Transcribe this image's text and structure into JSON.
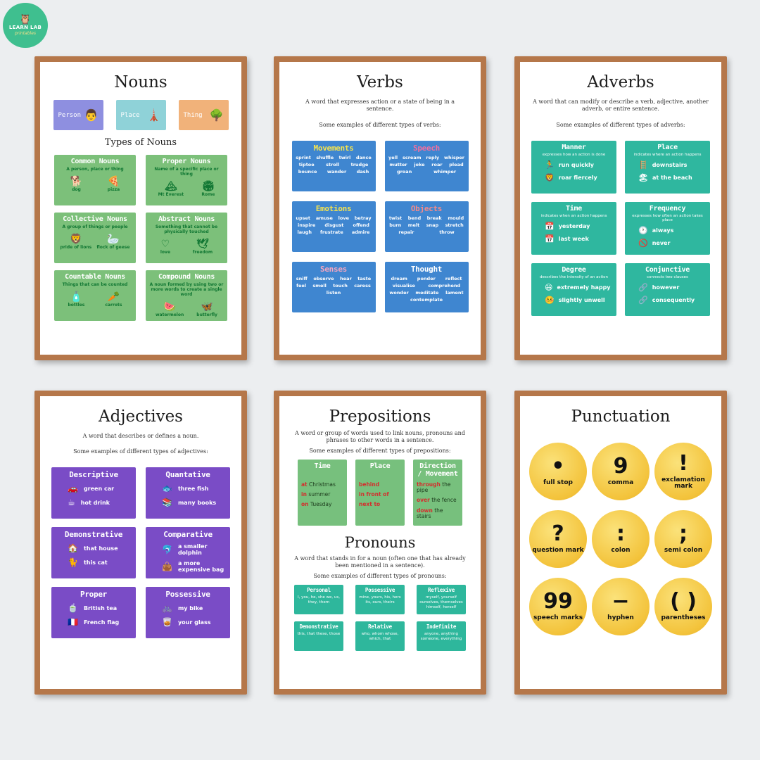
{
  "logo": {
    "brand": "LEARN LAB",
    "sub": "printables"
  },
  "nouns": {
    "title": "Nouns",
    "chips": [
      "Person",
      "Place",
      "Thing"
    ],
    "types_title": "Types of Nouns",
    "cards": [
      {
        "title": "Common Nouns",
        "desc": "A person, place or thing",
        "examples": [
          "dog",
          "pizza"
        ]
      },
      {
        "title": "Proper Nouns",
        "desc": "Name of a specific place or thing",
        "examples": [
          "Mt Everest",
          "Rome"
        ]
      },
      {
        "title": "Collective Nouns",
        "desc": "A group of things or people",
        "examples": [
          "pride of lions",
          "flock of geese"
        ]
      },
      {
        "title": "Abstract Nouns",
        "desc": "Something that cannot be physically touched",
        "examples": [
          "love",
          "freedom"
        ]
      },
      {
        "title": "Countable Nouns",
        "desc": "Things that can be counted",
        "examples": [
          "bottles",
          "carrots"
        ]
      },
      {
        "title": "Compound Nouns",
        "desc": "A noun formed by using two or more words to create a single word",
        "examples": [
          "watermelon",
          "butterfly"
        ]
      }
    ]
  },
  "verbs": {
    "title": "Verbs",
    "desc": "A word that expresses action or a state of being in a sentence.",
    "subdesc": "Some examples of different types of verbs:",
    "cards": [
      {
        "title": "Movements",
        "words": [
          "sprint",
          "shuffle",
          "twirl",
          "dance",
          "tiptoe",
          "stroll",
          "trudge",
          "bounce",
          "wander",
          "dash"
        ]
      },
      {
        "title": "Speech",
        "words": [
          "yell",
          "scream",
          "reply",
          "whisper",
          "mutter",
          "joke",
          "roar",
          "plead",
          "groan",
          "whimper"
        ]
      },
      {
        "title": "Emotions",
        "words": [
          "upset",
          "amuse",
          "love",
          "betray",
          "inspire",
          "disgust",
          "offend",
          "laugh",
          "frustrate",
          "admire"
        ]
      },
      {
        "title": "Objects",
        "words": [
          "twist",
          "bend",
          "break",
          "mould",
          "burn",
          "melt",
          "snap",
          "stretch",
          "repair",
          "throw"
        ]
      },
      {
        "title": "Senses",
        "words": [
          "sniff",
          "observe",
          "hear",
          "taste",
          "feel",
          "smell",
          "touch",
          "caress",
          "listen"
        ]
      },
      {
        "title": "Thought",
        "words": [
          "dream",
          "ponder",
          "reflect",
          "visualise",
          "comprehend",
          "wonder",
          "meditate",
          "lament",
          "contemplate"
        ]
      }
    ]
  },
  "adverbs": {
    "title": "Adverbs",
    "desc": "A word that can modify or describe a verb, adjective, another adverb, or entire sentence.",
    "subdesc": "Some examples of different types of adverbs:",
    "cards": [
      {
        "title": "Manner",
        "desc": "expresses how an action is done",
        "examples": [
          "run quickly",
          "roar fiercely"
        ]
      },
      {
        "title": "Place",
        "desc": "indicates where an action happens",
        "examples": [
          "downstairs",
          "at the beach"
        ]
      },
      {
        "title": "Time",
        "desc": "indicates when an action happens",
        "examples": [
          "yesterday",
          "last week"
        ]
      },
      {
        "title": "Frequency",
        "desc": "expresses how often an action takes place",
        "examples": [
          "always",
          "never"
        ]
      },
      {
        "title": "Degree",
        "desc": "describes the intensity of an action",
        "examples": [
          "extremely happy",
          "slightly unwell"
        ]
      },
      {
        "title": "Conjunctive",
        "desc": "connects two clauses",
        "examples": [
          "however",
          "consequently"
        ]
      }
    ]
  },
  "adjectives": {
    "title": "Adjectives",
    "desc": "A word that describes or defines a noun.",
    "subdesc": "Some examples of different types of adjectives:",
    "cards": [
      {
        "title": "Descriptive",
        "examples": [
          "green car",
          "hot drink"
        ]
      },
      {
        "title": "Quantative",
        "examples": [
          "three fish",
          "many books"
        ]
      },
      {
        "title": "Demonstrative",
        "examples": [
          "that house",
          "this cat"
        ]
      },
      {
        "title": "Comparative",
        "examples": [
          "a smaller dolphin",
          "a more expensive bag"
        ]
      },
      {
        "title": "Proper",
        "examples": [
          "British tea",
          "French flag"
        ]
      },
      {
        "title": "Possessive",
        "examples": [
          "my bike",
          "your glass"
        ]
      }
    ]
  },
  "prepositions": {
    "title": "Prepositions",
    "desc": "A word or group of words used to link nouns, pronouns and phrases to other words in a sentence.",
    "subdesc": "Some examples of different types of prepositions:",
    "cards": [
      {
        "title": "Time",
        "examples": [
          [
            "at",
            "Christmas"
          ],
          [
            "in",
            "summer"
          ],
          [
            "on",
            "Tuesday"
          ]
        ]
      },
      {
        "title": "Place",
        "examples": [
          [
            "behind",
            ""
          ],
          [
            "in front of",
            ""
          ],
          [
            "next to",
            ""
          ]
        ]
      },
      {
        "title": "Direction / Movement",
        "examples": [
          [
            "through",
            "the pipe"
          ],
          [
            "over",
            "the fence"
          ],
          [
            "down",
            "the stairs"
          ]
        ]
      }
    ],
    "pronouns_title": "Pronouns",
    "pronouns_desc": "A word that stands in for a noun (often one that has already been mentioned in a sentence).",
    "pronouns_subdesc": "Some examples of different types of pronouns:",
    "pronoun_cards": [
      {
        "title": "Personal",
        "words": "I, you, he, she we, us, they, them"
      },
      {
        "title": "Possessive",
        "words": "mine, yours, his, hers its, ours, theirs"
      },
      {
        "title": "Reflexive",
        "words": "myself, yourself ourselves, themselves himself, herself"
      },
      {
        "title": "Demonstrative",
        "words": "this, that these, those"
      },
      {
        "title": "Relative",
        "words": "who, whom whose, which, that"
      },
      {
        "title": "Indefinite",
        "words": "anyone, anything someone, everything"
      }
    ]
  },
  "punctuation": {
    "title": "Punctuation",
    "items": [
      {
        "symbol": "•",
        "label": "full stop"
      },
      {
        "symbol": "9",
        "label": "comma"
      },
      {
        "symbol": "!",
        "label": "exclamation mark"
      },
      {
        "symbol": "?",
        "label": "question mark"
      },
      {
        "symbol": ":",
        "label": "colon"
      },
      {
        "symbol": ";",
        "label": "semi colon"
      },
      {
        "symbol": "99",
        "label": "speech marks"
      },
      {
        "symbol": "−",
        "label": "hyphen"
      },
      {
        "symbol": "( )",
        "label": "parentheses"
      }
    ]
  }
}
